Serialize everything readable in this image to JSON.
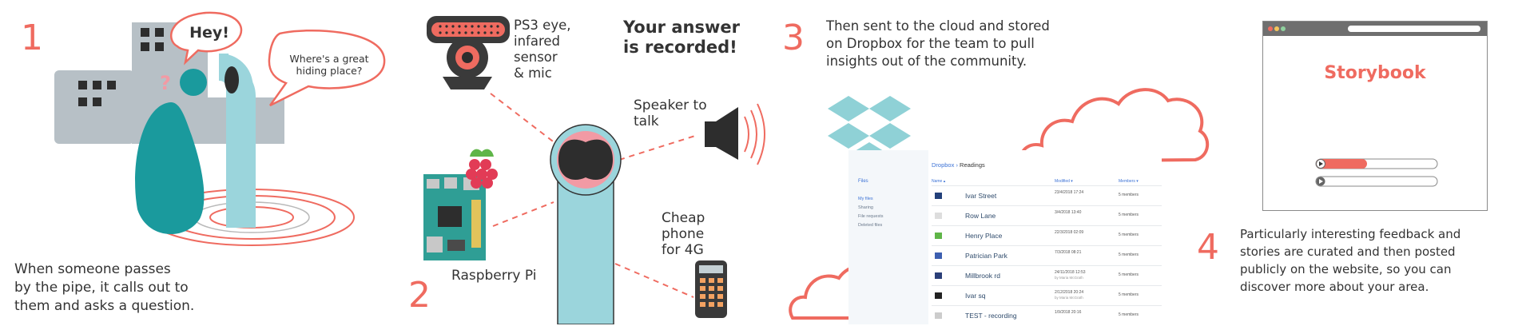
{
  "steps": {
    "s1": {
      "num": "1",
      "bubble_hey": "Hey!",
      "bubble_question": "Where's a great\nhiding place?",
      "caption": "When someone passes\nby the pipe, it calls out to\nthem and asks a question."
    },
    "s2": {
      "num": "2",
      "ps3_label": "PS3 eye,\ninfared\nsensor\n& mic",
      "recorded": "Your answer\nis recorded!",
      "speaker_label": "Speaker to\ntalk",
      "phone_label": "Cheap\nphone\nfor  4G",
      "pi_label": "Raspberry Pi"
    },
    "s3": {
      "num": "3",
      "caption": "Then sent to the cloud and stored\non Dropbox for the team to pull\ninsights out of the community."
    },
    "s4": {
      "num": "4",
      "caption": "Particularly interesting feedback and\nstories are curated and then posted\npublicly on the website, so you can\ndiscover more about your area.",
      "site_title": "Storybook"
    }
  },
  "dropbox": {
    "crumb_root": "Dropbox",
    "crumb_sep": "›",
    "crumb_current": "Readings",
    "sidebar": [
      "Files",
      "My files",
      "Sharing",
      "File requests",
      "Deleted files"
    ],
    "columns": {
      "name": "Name ▴",
      "modified": "Modified ▾",
      "members": "Members ▾"
    },
    "rows": [
      {
        "name": "Ivar Street",
        "modified": "23/4/2018 17:24",
        "sub": "",
        "members": "5 members",
        "color": "#23407a"
      },
      {
        "name": "Row Lane",
        "modified": "3/4/2018 13:40",
        "sub": "",
        "members": "5 members",
        "color": "#dddddd"
      },
      {
        "name": "Henry Place",
        "modified": "22/3/2018 02:09",
        "sub": "",
        "members": "5 members",
        "color": "#5fb548"
      },
      {
        "name": "Patrician Park",
        "modified": "7/3/2018 08:21",
        "sub": "",
        "members": "5 members",
        "color": "#3d5fb0"
      },
      {
        "name": "Millbrook rd",
        "modified": "24/11/2018 12:53",
        "sub": "by Maria McGrath",
        "members": "5 members",
        "color": "#2b3f78"
      },
      {
        "name": "Ivar sq",
        "modified": "2/12/2018 20:24",
        "sub": "by Maria McGrath",
        "members": "5 members",
        "color": "#222222"
      },
      {
        "name": "TEST - recording",
        "modified": "1/9/2018 20:16",
        "sub": "",
        "members": "5 members",
        "color": "#cccccc"
      }
    ]
  },
  "colors": {
    "coral": "#ef6b60",
    "teal": "#1a9a9d",
    "pipe": "#9bd5dc",
    "building": "#b7c0c6",
    "dropbox": "#8fd1d6"
  }
}
